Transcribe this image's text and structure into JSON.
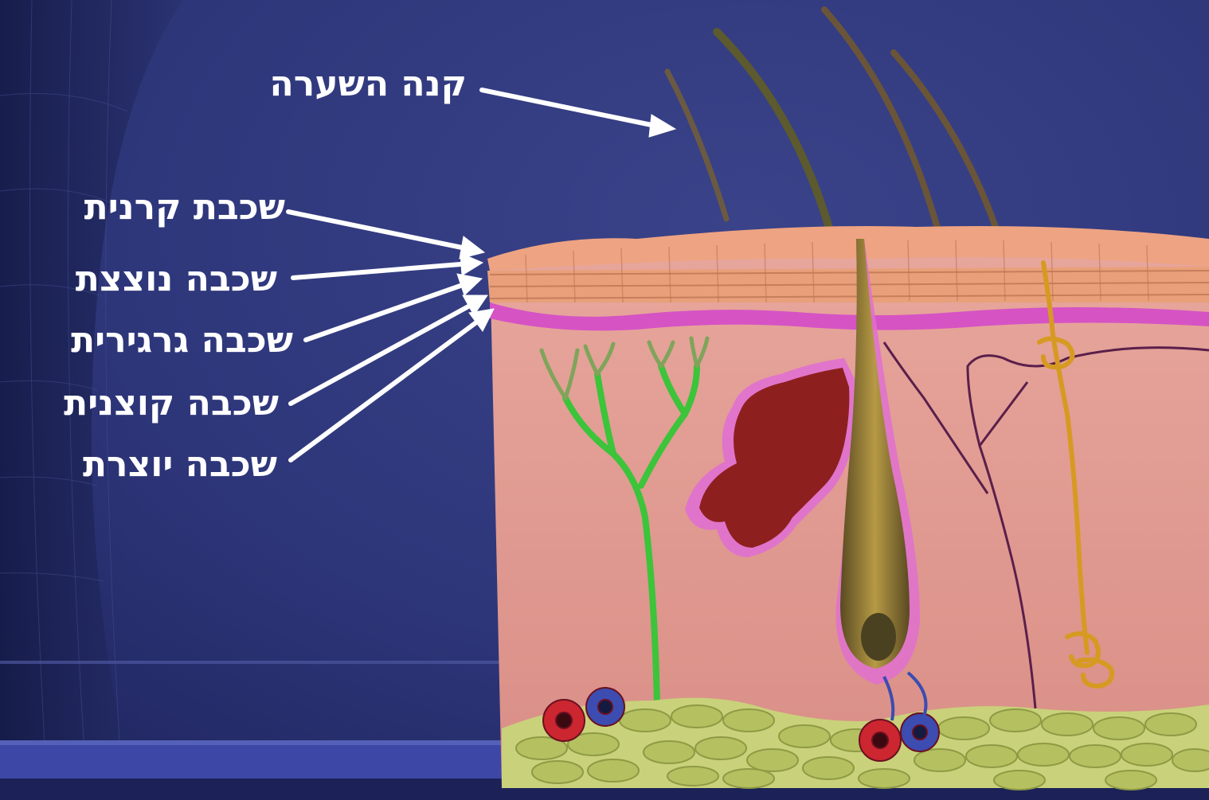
{
  "labels": {
    "hair_shaft": "קנה השערה",
    "stratum_corneum": "שכבת קרנית",
    "stratum_lucidum": "שכבה נוצצת",
    "stratum_granulosum": "שכבה גרגירית",
    "stratum_spinosum": "שכבה קוצנית",
    "stratum_basale": "שכבה יוצרת"
  },
  "colors": {
    "background": "#2d3576",
    "label_text": "#ffffff",
    "arrow": "#ffffff"
  }
}
